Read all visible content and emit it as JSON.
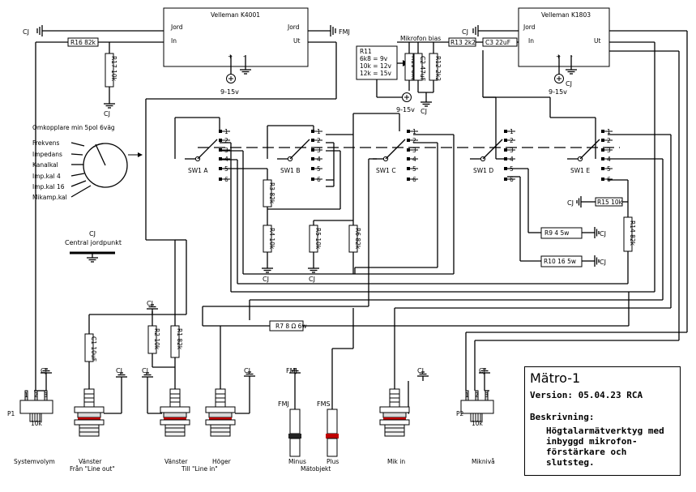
{
  "modules": {
    "amp": {
      "name": "Velleman K4001",
      "pin_ground_in": "Jord",
      "pin_ground_out": "Jord",
      "pin_in": "In",
      "pin_out": "Ut"
    },
    "mic": {
      "name": "Velleman K1803",
      "pin_ground": "Jord",
      "pin_in": "In",
      "pin_out": "Ut"
    }
  },
  "supply": {
    "label": "9-15v",
    "plus": "+",
    "minus": "-"
  },
  "ground": {
    "cj": "CJ",
    "fmj": "FMJ",
    "fms": "FMS"
  },
  "mic_bias": {
    "label": "Mikrofon bias",
    "r11_table": [
      "R11",
      "6k8 = 9v",
      "10k = 12v",
      "12k = 15v"
    ]
  },
  "components": {
    "r16": "R16 82k",
    "r17": "R17 10k",
    "r11": "R11 6k8",
    "c2": "C2 47uF",
    "r12": "R12 2k2",
    "r13": "R13 2k2",
    "c3": "C3 22uF",
    "r15": "R15 10k",
    "r14": "R14 82k",
    "r3": "R3 82k",
    "r4": "R4 10k",
    "r5": "R5 10k",
    "r6": "R6 82k",
    "r9": "R9  4    5w",
    "r10": "R10 16  5w",
    "r7": "R7 8 Ω  6w",
    "r1": "R1 82k",
    "r2": "R2 10k",
    "c1": "C1 10uF"
  },
  "selector": {
    "title": "Omkopplare min 5pol 6väg",
    "positions": [
      "Frekvens",
      "Impedans",
      "Kanalkal",
      "Imp.kal 4",
      "Imp.kal 16",
      "Mikamp.kal"
    ]
  },
  "switches": [
    "SW1 A",
    "SW1 B",
    "SW1 C",
    "SW1 D",
    "SW1 E"
  ],
  "contact_numbers": [
    "1",
    "2",
    "3",
    "4",
    "5",
    "6"
  ],
  "central_ground": {
    "label1": "CJ",
    "label2": "Central jordpunkt"
  },
  "pots": {
    "p1": "P1",
    "p2": "P2",
    "value": "10k",
    "pins": [
      "1",
      "2",
      "3"
    ]
  },
  "bottom_labels": {
    "systemvolym": "Systemvolym",
    "vanster1": "Vänster",
    "fran": "Från \"Line out\"",
    "vanster2": "Vänster",
    "hoger": "Höger",
    "till": "Till \"Line in\"",
    "minus": "Minus",
    "plus": "Plus",
    "matobjekt": "Mätobjekt",
    "mikin": "Mik in",
    "mikniva": "Miknivå"
  },
  "info": {
    "title": "Mätro-1",
    "version": "Version: 05.04.23 RCA",
    "desc_label": "Beskrivning:",
    "desc": "Högtalarmätverktyg med\ninbyggd mikrofon-\nförstärkare och slutsteg."
  }
}
